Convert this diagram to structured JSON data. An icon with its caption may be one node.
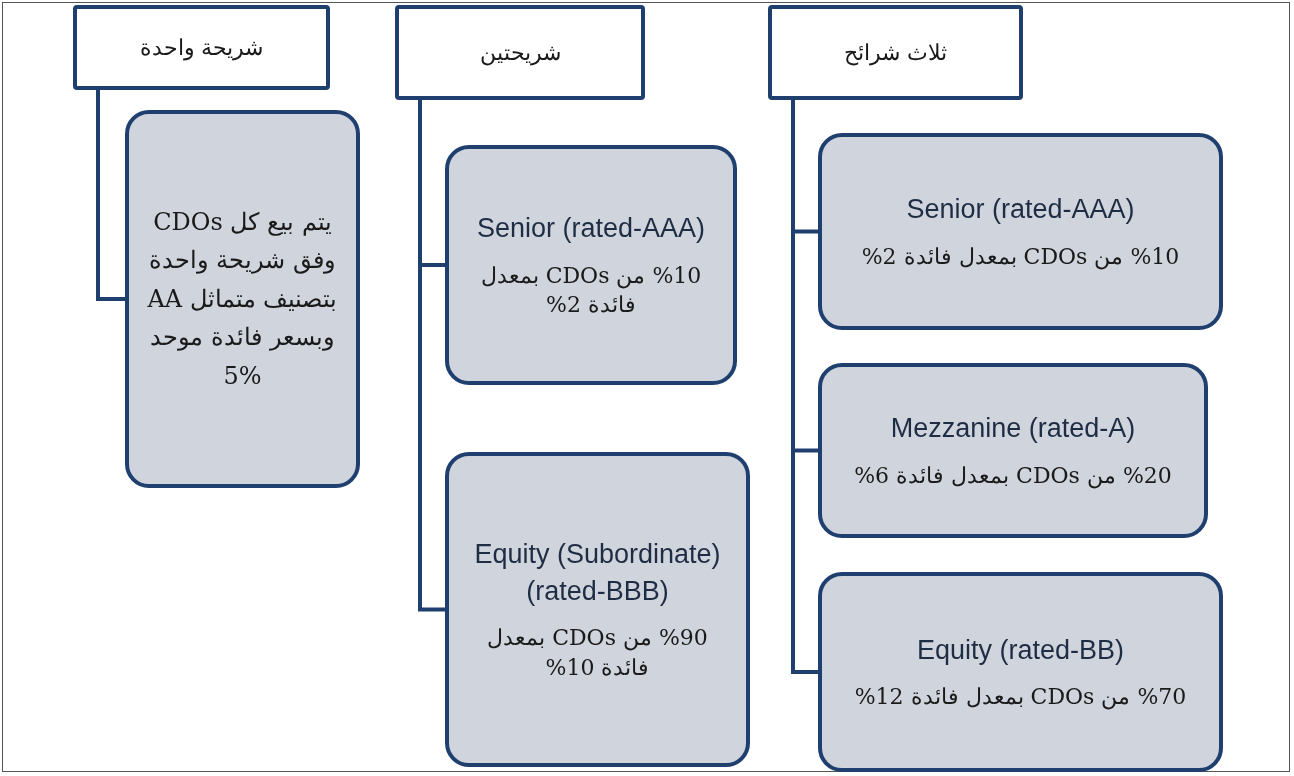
{
  "diagram": {
    "nodes": [
      {
        "text": [
          "شريحة واحدة"
        ]
      },
      {
        "text": [
          "يتم بيع كل CDOs وفق شريحة واحدة بتصنيف متماثل AA وبسعر فائدة موحد %5"
        ]
      },
      {
        "text": [
          "شريحتين"
        ]
      },
      {
        "text": [
          "Senior (rated-AAA)",
          "%10 من CDOs بمعدل فائدة 2%"
        ]
      },
      {
        "text": [
          "Equity (Subordinate) (rated-BBB)",
          "%90 من CDOs بمعدل فائدة 10%"
        ]
      },
      {
        "text": [
          "ثلاث شرائح"
        ]
      },
      {
        "text": [
          "Senior (rated-AAA)",
          "%10 من CDOs بمعدل فائدة 2%"
        ]
      },
      {
        "text": [
          "Mezzanine (rated-A)",
          "%20 من CDOs بمعدل فائدة 6%"
        ]
      },
      {
        "text": [
          "Equity (rated-BB)",
          "%70 من CDOs بمعدل فائدة 12%"
        ]
      }
    ],
    "edges": [
      {
        "from": 0,
        "to": 1,
        "arrow": "none"
      },
      {
        "from": 2,
        "to": 3,
        "arrow": "none"
      },
      {
        "from": 2,
        "to": 4,
        "arrow": "none"
      },
      {
        "from": 5,
        "to": 6,
        "arrow": "none"
      },
      {
        "from": 5,
        "to": 7,
        "arrow": "none"
      },
      {
        "from": 5,
        "to": 8,
        "arrow": "none"
      }
    ]
  }
}
